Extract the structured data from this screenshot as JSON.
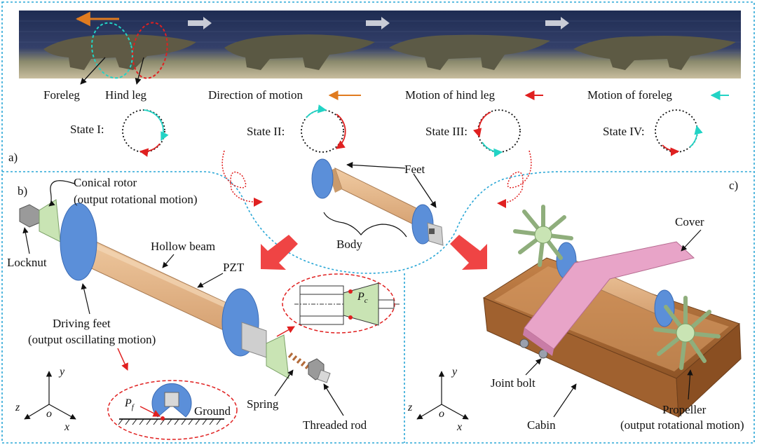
{
  "panel_a": {
    "panel_label": "a)",
    "photo_labels": {
      "foreleg": "Foreleg",
      "hind_leg": "Hind leg"
    },
    "legend": {
      "direction": "Direction of motion",
      "hind": "Motion of hind leg",
      "fore": "Motion of foreleg"
    },
    "states": [
      "State I:",
      "State II:",
      "State III:",
      "State IV:"
    ]
  },
  "panel_b": {
    "panel_label": "b)",
    "labels": {
      "conical_rotor": "Conical rotor",
      "conical_rotor_sub": "(output rotational motion)",
      "locknut": "Locknut",
      "hollow_beam": "Hollow beam",
      "pzt": "PZT",
      "driving_feet": "Driving feet",
      "driving_feet_sub": "(output oscillating motion)",
      "spring": "Spring",
      "threaded_rod": "Threaded rod",
      "ground": "Ground",
      "pf_main": "P",
      "pf_sub": "f",
      "pc_main": "P",
      "pc_sub": "c"
    },
    "axes": {
      "y": "y",
      "z": "z",
      "o": "o",
      "x": "x"
    }
  },
  "center": {
    "feet": "Feet",
    "body": "Body"
  },
  "panel_c": {
    "panel_label": "c)",
    "labels": {
      "cover": "Cover",
      "joint_bolt": "Joint bolt",
      "cabin": "Cabin",
      "propeller": "Propeller",
      "propeller_sub": "(output rotational motion)"
    },
    "axes": {
      "y": "y",
      "z": "z",
      "o": "o",
      "x": "x"
    }
  },
  "colors": {
    "direction_arrow": "#e07b1f",
    "hind_leg": "#e02020",
    "foreleg": "#22d3c5",
    "panel_border": "#2aa7d6",
    "big_arrow": "#ef4444",
    "beam": "#e8b98a",
    "foot": "#5b8fd9",
    "rotor": "#c9e4b4",
    "cabin": "#b8743a",
    "cover": "#e8a4c8"
  }
}
